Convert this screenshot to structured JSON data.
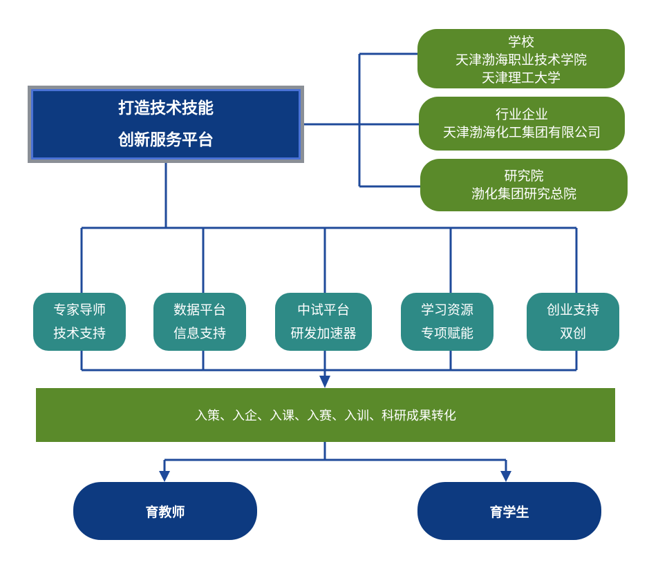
{
  "title_box": {
    "line1": "打造技术技能",
    "line2": "创新服务平台"
  },
  "partners": [
    {
      "lines": [
        "学校",
        "天津渤海职业技术学院",
        "天津理工大学"
      ]
    },
    {
      "lines": [
        "行业企业",
        "天津渤海化工集团有限公司"
      ]
    },
    {
      "lines": [
        "研究院",
        "渤化集团研究总院"
      ]
    }
  ],
  "supports": [
    {
      "line1": "专家导师",
      "line2": "技术支持"
    },
    {
      "line1": "数据平台",
      "line2": "信息支持"
    },
    {
      "line1": "中试平台",
      "line2": "研发加速器"
    },
    {
      "line1": "学习资源",
      "line2": "专项赋能"
    },
    {
      "line1": "创业支持",
      "line2": "双创"
    }
  ],
  "transform_bar": "入策、入企、入课、入赛、入训、科研成果转化",
  "outcomes": {
    "teacher": "育教师",
    "student": "育学生"
  },
  "colors": {
    "navy": "#0d3a80",
    "green": "#5a8a2a",
    "teal": "#2e8a86",
    "line": "#1f4a9a"
  }
}
